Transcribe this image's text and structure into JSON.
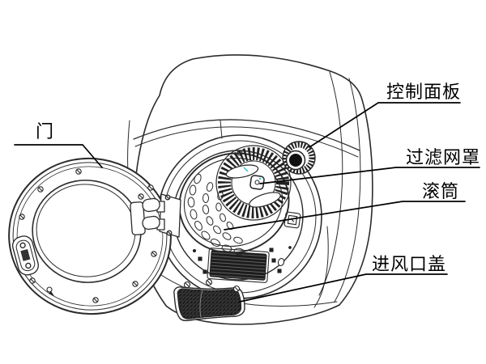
{
  "diagram": {
    "type": "exploded-parts-line-drawing",
    "subject": "portable drum dryer / washing machine",
    "background_color": "#ffffff",
    "line_color": "#2b2b2b",
    "leader_line_color": "#000000",
    "accent_color": "#2ec4cf",
    "labels": {
      "door": "门",
      "control_panel": "控制面板",
      "filter_cover": "过滤网罩",
      "drum": "滚筒",
      "air_inlet_cover": "进风口盖"
    }
  }
}
